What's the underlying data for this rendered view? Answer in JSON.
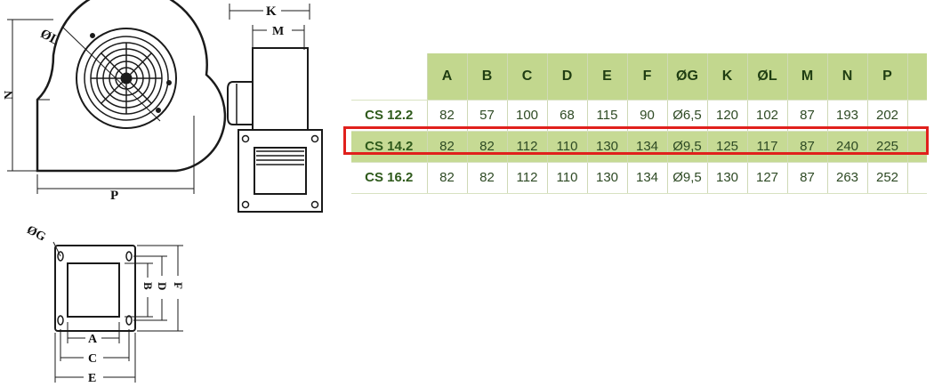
{
  "drawing": {
    "labels": {
      "dia_L": "ØL",
      "N": "N",
      "P": "P",
      "K": "K",
      "M": "M",
      "dia_G": "ØG",
      "A": "A",
      "C": "C",
      "E": "E",
      "B": "B",
      "D": "D",
      "F": "F"
    }
  },
  "table": {
    "headers": [
      "A",
      "B",
      "C",
      "D",
      "E",
      "F",
      "ØG",
      "K",
      "ØL",
      "M",
      "N",
      "P"
    ],
    "rows": [
      {
        "model": "CS 12.2",
        "values": [
          "82",
          "57",
          "100",
          "68",
          "115",
          "90",
          "Ø6,5",
          "120",
          "102",
          "87",
          "193",
          "202"
        ],
        "highlighted": false
      },
      {
        "model": "CS 14.2",
        "values": [
          "82",
          "82",
          "112",
          "110",
          "130",
          "134",
          "Ø9,5",
          "125",
          "117",
          "87",
          "240",
          "225"
        ],
        "highlighted": true
      },
      {
        "model": "CS 16.2",
        "values": [
          "82",
          "82",
          "112",
          "110",
          "130",
          "134",
          "Ø9,5",
          "130",
          "127",
          "87",
          "263",
          "252"
        ],
        "highlighted": false
      }
    ],
    "highlight_color": "#e0201c",
    "header_color": "#c2d78e"
  }
}
